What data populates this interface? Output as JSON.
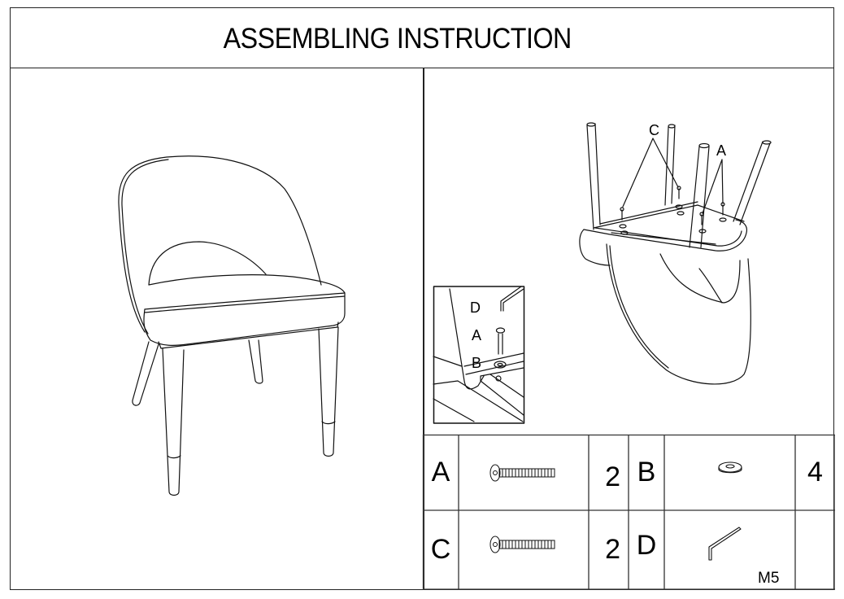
{
  "header": {
    "title": "ASSEMBLING INSTRUCTION"
  },
  "assembled_view": {
    "description": "chair-front-view"
  },
  "upside_down_view": {
    "callouts": [
      {
        "label": "C"
      },
      {
        "label": "A"
      }
    ]
  },
  "detail_inset": {
    "labels": [
      {
        "label": "D"
      },
      {
        "label": "A"
      },
      {
        "label": "B"
      }
    ]
  },
  "parts_table": {
    "rows": [
      [
        {
          "letter": "A",
          "icon": "bolt-icon",
          "qty": "2"
        },
        {
          "letter": "B",
          "icon": "washer-icon",
          "qty": "4"
        }
      ],
      [
        {
          "letter": "C",
          "icon": "bolt-icon",
          "qty": "2"
        },
        {
          "letter": "D",
          "icon": "allen-key-icon",
          "qty": "",
          "note": "M5"
        }
      ]
    ]
  }
}
